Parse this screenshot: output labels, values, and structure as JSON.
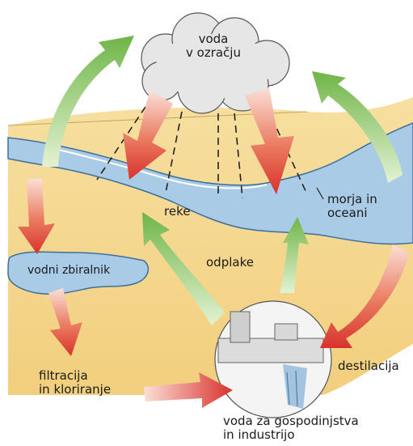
{
  "labels": {
    "cloud": "voda\nv ozračju",
    "rivers": "reke",
    "seas": "morja in\noceani",
    "reservoir": "vodni zbiralnik",
    "sewage": "odplake",
    "filtration": "filtracija\nin kloriranje",
    "distillation": "destilacija",
    "household": "voda za gospodinjstva\nin industrijo"
  },
  "colors": {
    "land": "#f5d58a",
    "water": "#a9cbe6",
    "water_edge": "#3b6f9c",
    "cloud": "#e8e8e8",
    "arrow_red": "#d8322c",
    "arrow_green": "#6fb548",
    "background": "#ffffff"
  }
}
